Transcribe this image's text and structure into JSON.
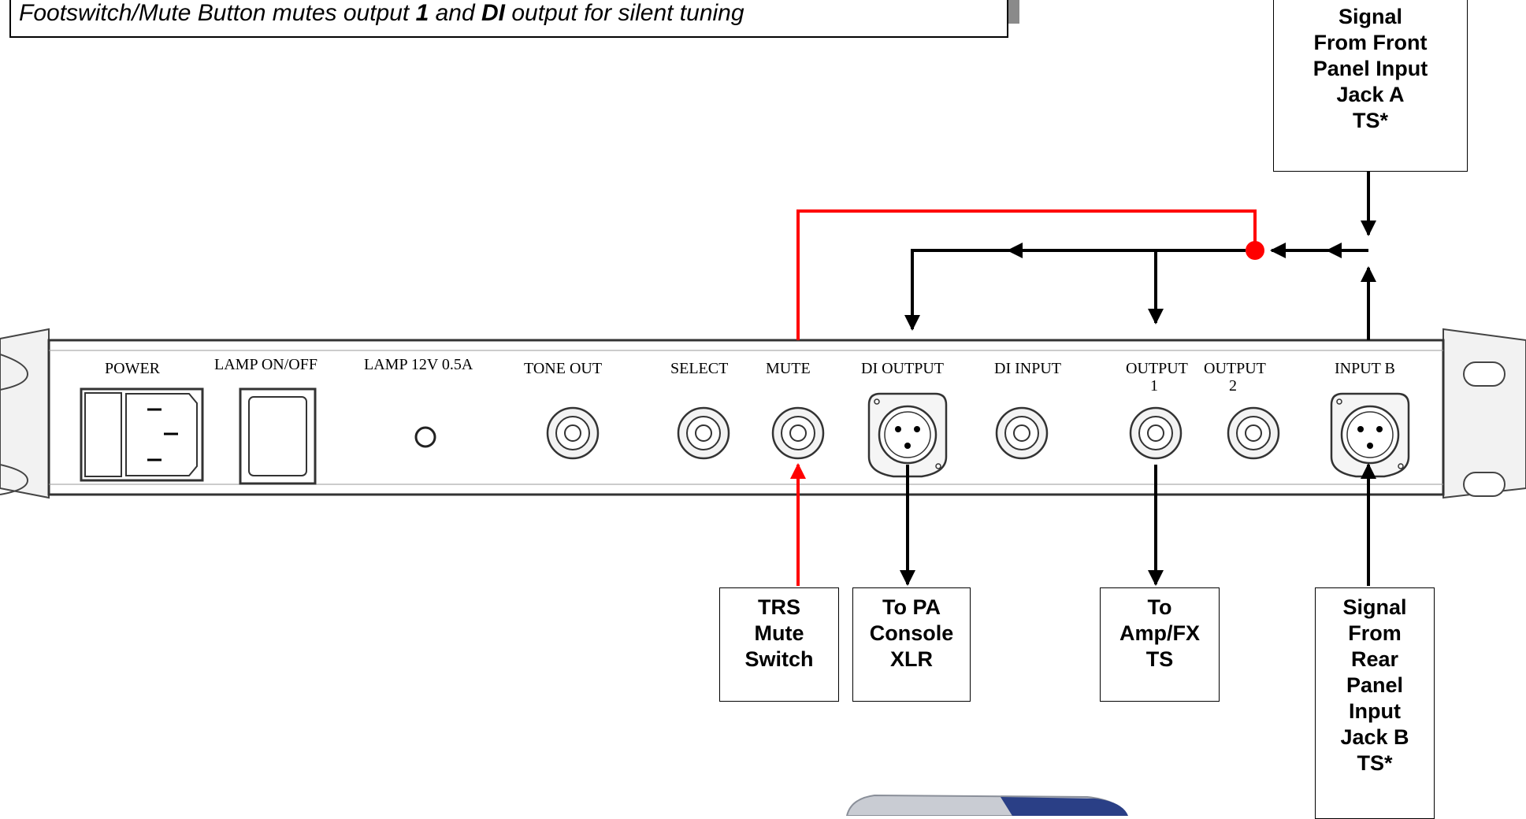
{
  "caption": {
    "prefix": "Footswitch/Mute Button mutes output ",
    "bold1": "1",
    "middle": " and ",
    "bold2": "DI",
    "suffix": " output for silent tuning"
  },
  "panel_labels": {
    "power": "POWER",
    "lamp_on_off": "LAMP ON/OFF",
    "lamp_12v": "LAMP 12V 0.5A",
    "tone_out": "TONE OUT",
    "select": "SELECT",
    "mute": "MUTE",
    "di_output": "DI OUTPUT",
    "di_input": "DI INPUT",
    "output": "OUTPUT",
    "output_1_num": "1",
    "output_2_num": "2",
    "input_b": "INPUT B"
  },
  "boxes": {
    "front_panel": "Signal\nFrom Front\nPanel Input\nJack A\nTS*",
    "trs_mute": "TRS\nMute\nSwitch",
    "to_pa": "To PA\nConsole\nXLR",
    "to_amp": "To\nAmp/FX\nTS",
    "rear_panel": "Signal\nFrom\nRear\nPanel\nInput\nJack B\nTS*"
  },
  "colors": {
    "mute_line": "#ff0000",
    "signal_line": "#000000"
  }
}
